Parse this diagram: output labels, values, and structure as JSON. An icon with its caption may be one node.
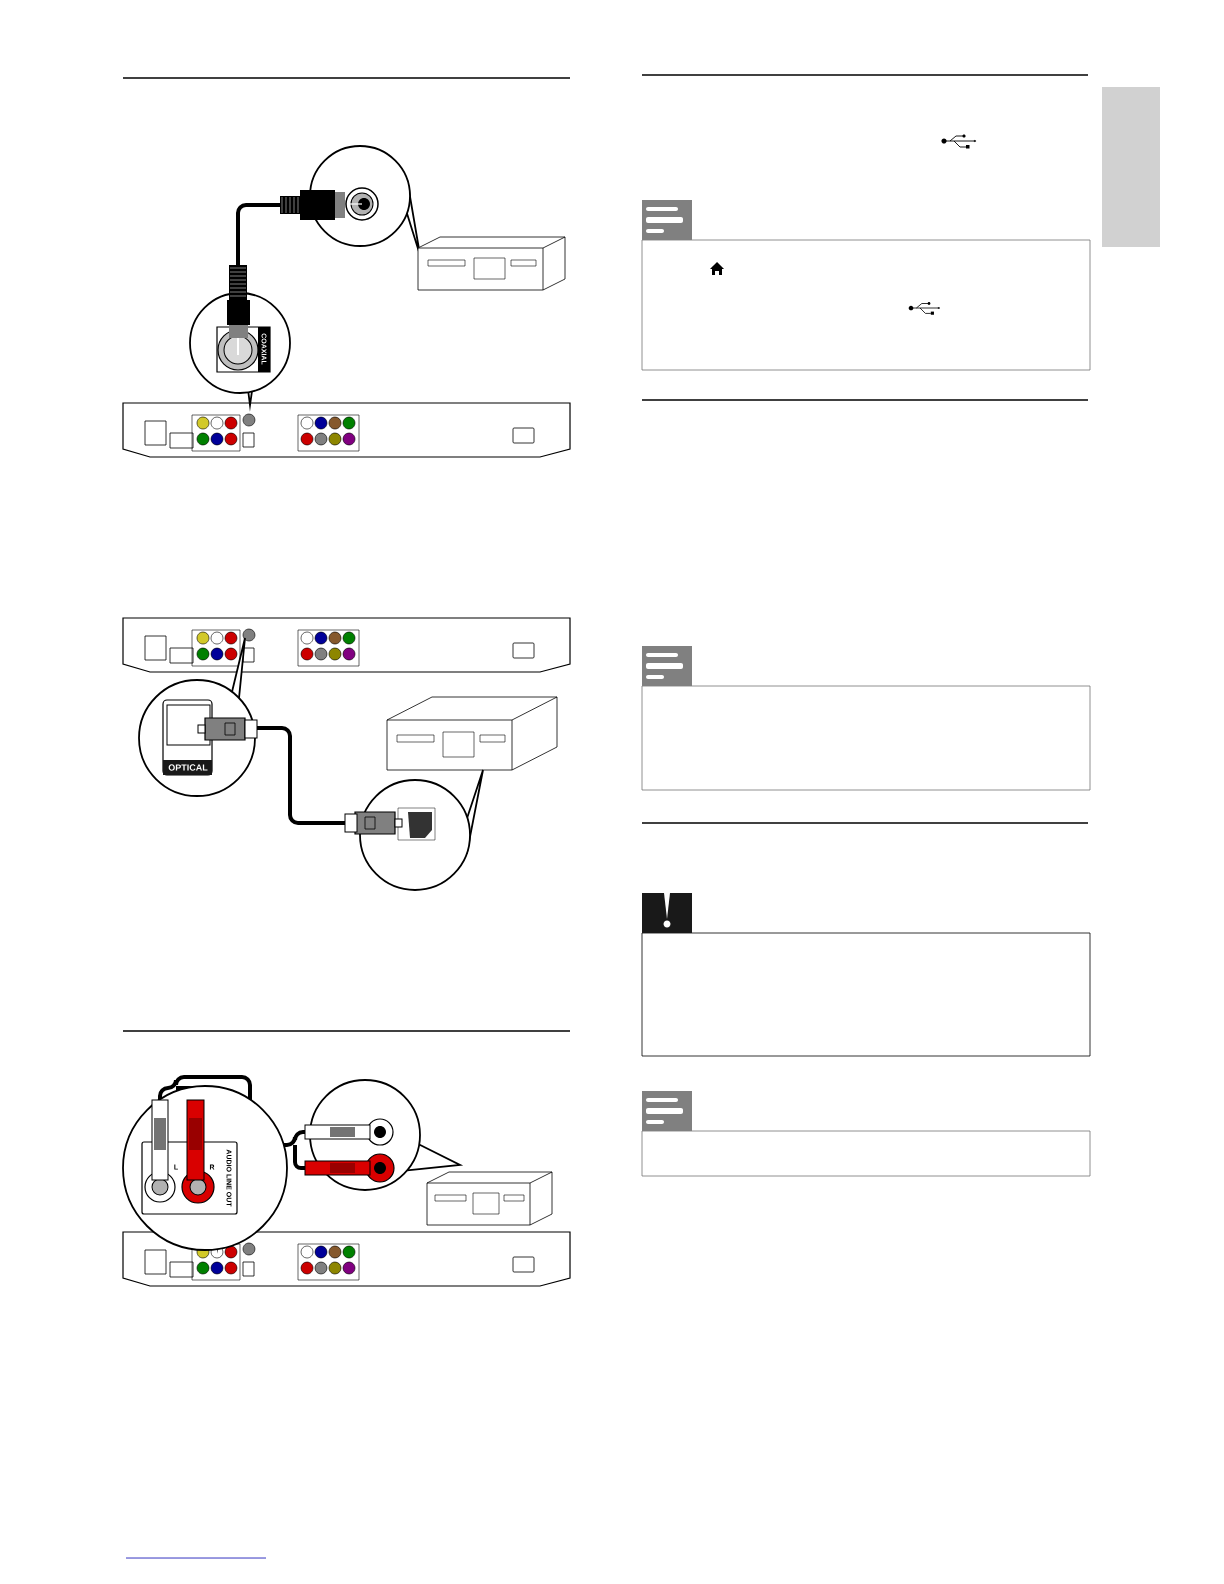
{
  "diagram": {
    "labels": [
      "COAXIAL",
      "OPTICAL",
      "L",
      "R",
      "AUDIO LINE OUT"
    ]
  }
}
